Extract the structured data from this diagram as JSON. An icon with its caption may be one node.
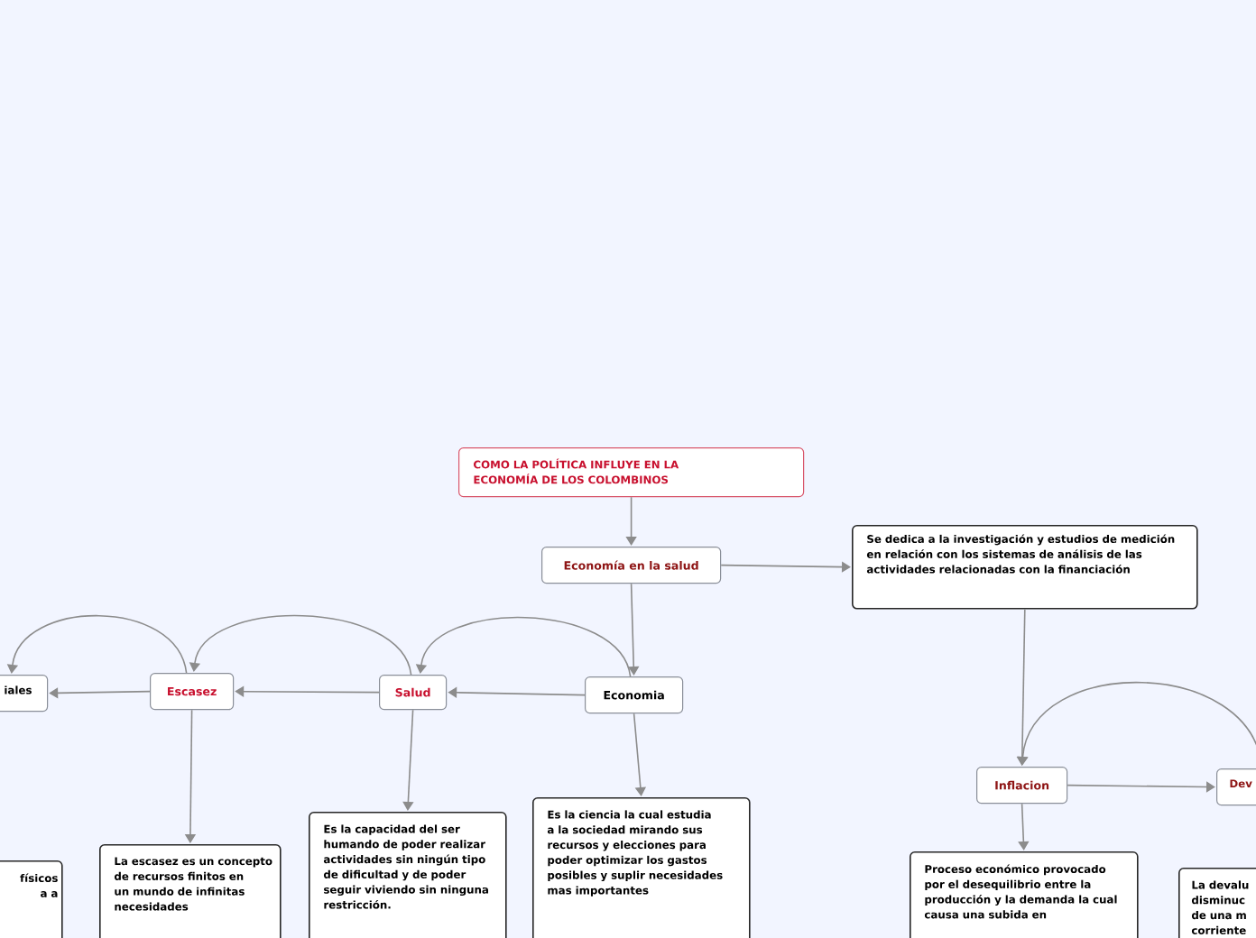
{
  "diagram": {
    "nodes": [
      {
        "text": [
          "COMO LA POLÍTICA INFLUYE EN LA ECONOMÍA DE LOS COLOMBINOS"
        ]
      },
      {
        "text": [
          "Economía en la salud"
        ]
      },
      {
        "text": [
          "Se dedica a la investigación y estudios de medición en relación con los sistemas de análisis de las actividades relacionadas con la financiación"
        ]
      },
      {
        "text": [
          "Economia"
        ]
      },
      {
        "text": [
          "Salud"
        ]
      },
      {
        "text": [
          "Escasez"
        ]
      },
      {
        "text": [
          "iales"
        ]
      },
      {
        "text": [
          "Es la capacidad del ser humando de poder realizar actividades sin ningún  tipo de dificultad y de poder seguir viviendo sin ninguna restricción."
        ]
      },
      {
        "text": [
          "La escasez es un concepto de recursos finitos en un mundo de infinitas necesidades"
        ]
      },
      {
        "text": [
          "Es la ciencia la cual estudia a la sociedad mirando sus recursos y elecciones para poder optimizar los gastos posibles y suplir necesidades mas importantes"
        ]
      },
      {
        "text": [
          "físicos a a"
        ]
      },
      {
        "text": [
          "Inflacion"
        ]
      },
      {
        "text": [
          "Proceso económico provocado por el desequilibrio entre la producción y la demanda la cual causa una subida en"
        ]
      },
      {
        "text": [
          "Dev"
        ]
      },
      {
        "text": [
          "La devalu disminuc de una m corriente"
        ]
      }
    ],
    "edges": [
      {
        "from": 0,
        "to": 1,
        "arrow": "to"
      },
      {
        "from": 1,
        "to": 2,
        "arrow": "to"
      },
      {
        "from": 1,
        "to": 3,
        "arrow": "to"
      },
      {
        "from": 3,
        "to": 4,
        "arrow": "to"
      },
      {
        "from": 3,
        "to": 4,
        "arrow": "to"
      },
      {
        "from": 4,
        "to": 5,
        "arrow": "to"
      },
      {
        "from": 4,
        "to": 5,
        "arrow": "to"
      },
      {
        "from": 5,
        "to": 6,
        "arrow": "to"
      },
      {
        "from": 5,
        "to": 6,
        "arrow": "to"
      },
      {
        "from": 4,
        "to": 7,
        "arrow": "to"
      },
      {
        "from": 5,
        "to": 8,
        "arrow": "to"
      },
      {
        "from": 3,
        "to": 9,
        "arrow": "to"
      },
      {
        "from": 2,
        "to": 11,
        "arrow": "to"
      },
      {
        "from": 11,
        "to": 13,
        "arrow": "to"
      },
      {
        "from": 13,
        "to": 11,
        "arrow": "to"
      },
      {
        "from": 11,
        "to": 12,
        "arrow": "to"
      }
    ]
  }
}
